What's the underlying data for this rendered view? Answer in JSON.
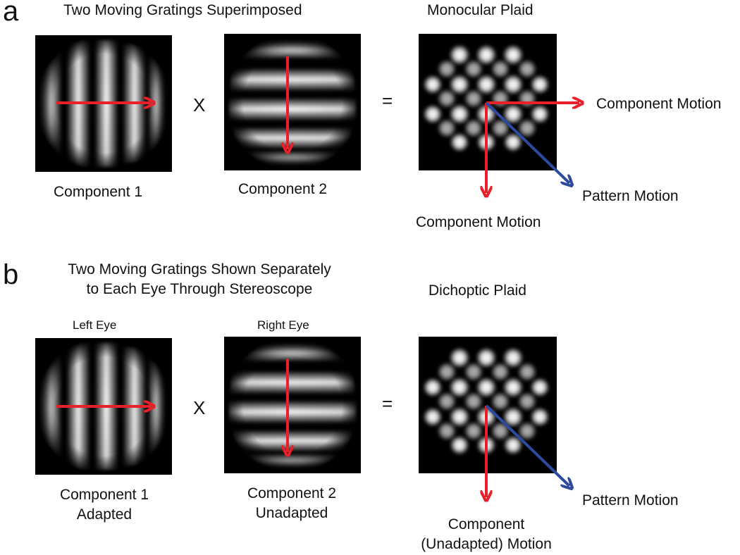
{
  "panel_a": {
    "letter": "a",
    "heading_left": "Two Moving Gratings Superimposed",
    "heading_right": "Monocular Plaid",
    "component1": "Component 1",
    "component2": "Component 2",
    "times": "X",
    "equals": "=",
    "motion_right": "Component Motion",
    "motion_down": "Component Motion",
    "pattern": "Pattern Motion"
  },
  "panel_b": {
    "letter": "b",
    "heading_left_line1": "Two Moving Gratings Shown Separately",
    "heading_left_line2": "to Each Eye Through Stereoscope",
    "heading_right": "Dichoptic Plaid",
    "left_eye": "Left Eye",
    "right_eye": "Right Eye",
    "component1_line1": "Component 1",
    "component1_line2": "Adapted",
    "component2_line1": "Component 2",
    "component2_line2": "Unadapted",
    "times": "X",
    "equals": "=",
    "motion_down_line1": "Component",
    "motion_down_line2": "(Unadapted) Motion",
    "pattern": "Pattern Motion"
  },
  "colors": {
    "component_arrow": "#e8202a",
    "pattern_arrow": "#2e4a9e",
    "image_background": "#000000",
    "grating": "#ffffff"
  }
}
